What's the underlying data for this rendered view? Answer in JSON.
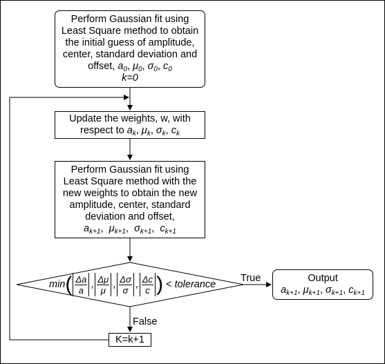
{
  "steps": {
    "initial_fit": {
      "lines": [
        "Perform Gaussian fit using",
        "Least Square method to obtain",
        "the initial guess of amplitude,",
        "center, standard deviation and"
      ],
      "offset_prefix": "offset, ",
      "params": [
        "a",
        "μ",
        "σ",
        "c"
      ],
      "param_sub": "0",
      "init": "k=0"
    },
    "update_weights": {
      "line1": "Update the weights, w, with",
      "prefix": "respect to ",
      "params": [
        "a",
        "μ",
        "σ",
        "c"
      ],
      "param_sub": "k"
    },
    "new_fit": {
      "lines": [
        "Perform Gaussian fit using",
        "Least Square method with the",
        "new weights to obtain the new",
        "amplitude, center, standard",
        "deviation and offset,"
      ],
      "params": [
        "a",
        "μ",
        "σ",
        "c"
      ],
      "param_sub": "k+1"
    },
    "decision": {
      "fn": "min",
      "terms": [
        {
          "num": "Δa",
          "den": "a"
        },
        {
          "num": "Δμ",
          "den": "μ"
        },
        {
          "num": "Δσ",
          "den": "σ"
        },
        {
          "num": "Δc",
          "den": "c"
        }
      ],
      "comparison": " < ",
      "threshold": "tolerance",
      "true_label": "True",
      "false_label": "False"
    },
    "increment": {
      "text": "K=k+1"
    },
    "output": {
      "title": "Output",
      "params": [
        "a",
        "μ",
        "σ",
        "c"
      ],
      "param_sub": "k+1"
    }
  }
}
